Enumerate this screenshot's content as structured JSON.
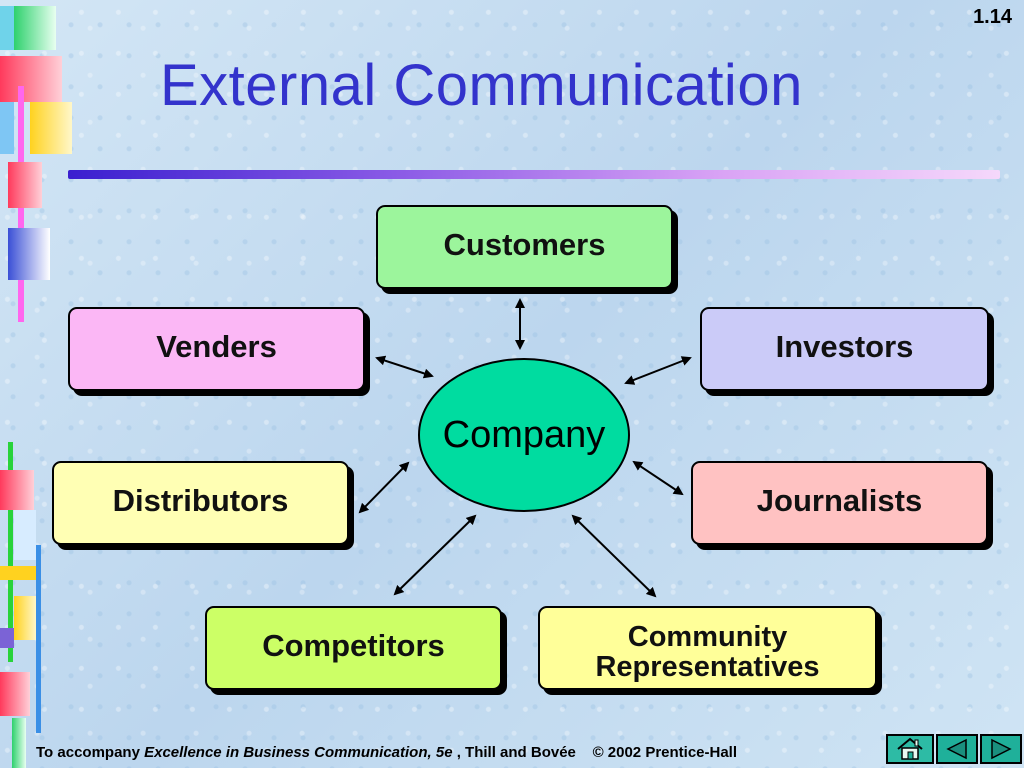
{
  "slide": {
    "number": "1.14",
    "title": "External Communication"
  },
  "diagram": {
    "center": "Company",
    "nodes": {
      "customers": "Customers",
      "venders": "Venders",
      "investors": "Investors",
      "distributors": "Distributors",
      "journalists": "Journalists",
      "competitors": "Competitors",
      "community_line1": "Community",
      "community_line2": "Representatives"
    }
  },
  "footer": {
    "prefix": "To accompany ",
    "book": "Excellence in Business Communication, 5e",
    "authors": " , Thill and Bovée",
    "copyright": "© 2002 Prentice-Hall"
  },
  "nav": {
    "home_icon": "home-icon",
    "prev_icon": "triangle-left-icon",
    "next_icon": "triangle-right-icon"
  },
  "colors": {
    "title": "#3333cc",
    "center": "#00dca0",
    "customers": "#9cf59c",
    "venders": "#fbb7f5",
    "investors": "#cbcbf8",
    "distributors": "#ffffb4",
    "journalists": "#ffc2c2",
    "competitors": "#ccff66",
    "community": "#ffff99"
  }
}
